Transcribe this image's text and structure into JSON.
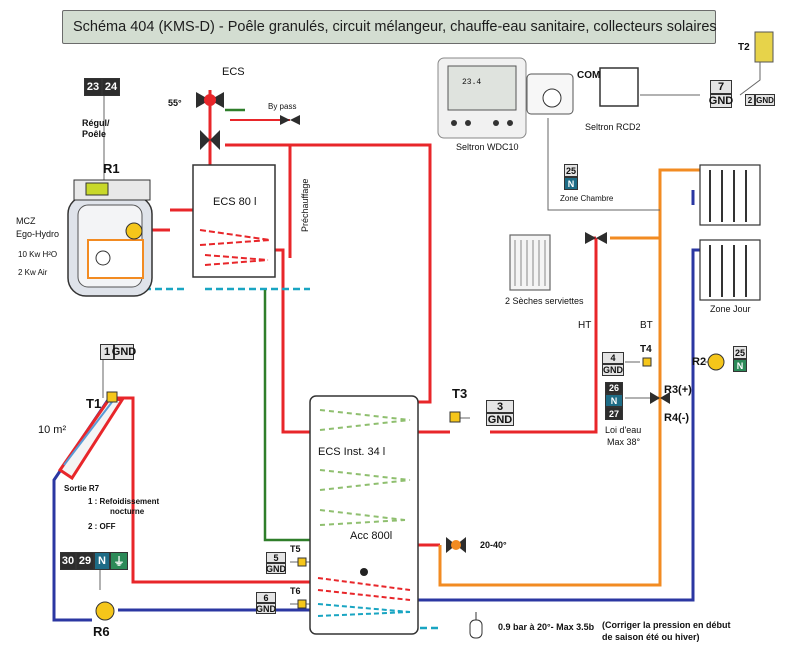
{
  "title": "Schéma 404 (KMS-D) -  Poêle granulés, circuit mélangeur, chauffe-eau sanitaire, collecteurs solaires",
  "labels": {
    "ecs_top": "ECS",
    "temp_55": "55°",
    "bypass": "By pass",
    "ecs80": "ECS 80 l",
    "prechauffage": "Préchauffage",
    "regul1": "Régul/",
    "regul2": "Poêle",
    "r1": "R1",
    "mcz1": "MCZ",
    "mcz2": "Ego-Hydro",
    "mcz3": "10 Kw H²O",
    "mcz4": "2 Kw Air",
    "wdc": "Seltron  WDC10",
    "rcd": "Seltron RCD2",
    "zone_chambre": "Zone Chambre",
    "seches": "2 Sèches serviettes",
    "zone_jour": "Zone Jour",
    "ht": "HT",
    "bt": "BT",
    "t2": "T2",
    "t4": "T4",
    "r2": "R2",
    "r3": "R3(+)",
    "r4": "R4(-)",
    "loi1": "Loi d'eau",
    "loi2": "Max 38°",
    "t1": "T1",
    "m2": "10 m²",
    "sortie": "Sortie R7",
    "opt1a": "1 : Refoidissement",
    "opt1b": "nocturne",
    "opt2": "2 : OFF",
    "t3": "T3",
    "ecs_inst": "ECS Inst. 34 l",
    "acc": "Acc 800l",
    "t20": "20-40°",
    "t5": "T5",
    "t6": "T6",
    "r6": "R6",
    "pression": "0.9 bar à 20°- Max 3.5b",
    "corriger1": "(Corriger la pression en début",
    "corriger2": "de saison été ou hiver)",
    "com": "COM",
    "lcd_sample": "23.4"
  },
  "terminals": {
    "t2324_a": "23",
    "t2324_b": "24",
    "t7_a": "7",
    "t7_b": "GND",
    "t2gnd_a": "2",
    "t2gnd_b": "GND",
    "t25z_a": "25",
    "t25z_b": "N",
    "t1gnd_a": "1",
    "t1gnd_b": "GND",
    "t4gnd_a": "4",
    "t4gnd_b": "GND",
    "t25r2_a": "25",
    "t25r2_b": "N",
    "t26_a": "26",
    "t26_b": "N",
    "t27": "27",
    "t3gnd_a": "3",
    "t3gnd_b": "GND",
    "t5gnd_a": "5",
    "t5gnd_b": "GND",
    "t6gnd_a": "6",
    "t6gnd_b": "GND",
    "t30": "30",
    "t29": "29",
    "t29n": "N",
    "t29e": "⏚"
  },
  "colors": {
    "hot": "#e8262a",
    "cold": "#2b37a2",
    "orange": "#f28b22",
    "teal": "#19a5c2",
    "title_bg": "#d3ddd1"
  }
}
